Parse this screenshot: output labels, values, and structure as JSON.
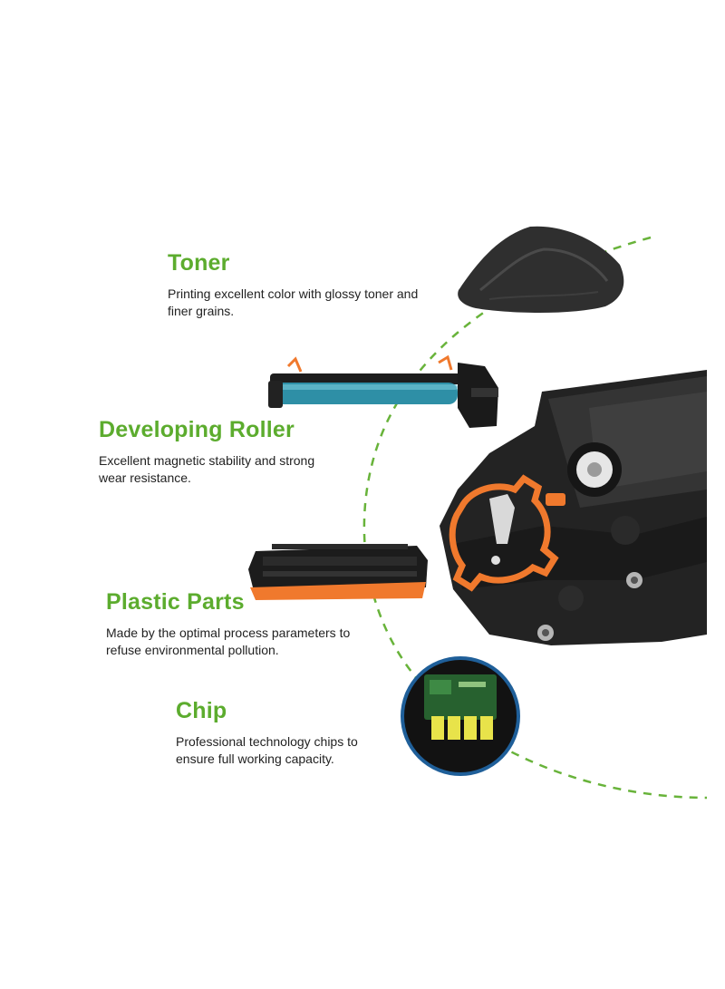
{
  "colors": {
    "accent_green": "#5cac2e",
    "dash_green": "#68b33a",
    "chip_ring_blue": "#1f5f99",
    "orange_part": "#f0792d",
    "teal_roller": "#2e8fa6"
  },
  "features": [
    {
      "id": "toner",
      "title": "Toner",
      "line1": "Printing excellent color with glossy toner and",
      "line2": "finer grains.",
      "icon": "toner-powder-icon"
    },
    {
      "id": "developing-roller",
      "title": "Developing Roller",
      "line1": "Excellent magnetic stability and strong",
      "line2": "wear resistance.",
      "icon": "developing-roller-icon"
    },
    {
      "id": "plastic-parts",
      "title": "Plastic Parts",
      "line1": "Made by the optimal process parameters to",
      "line2": "refuse environmental pollution.",
      "icon": "toner-cartridge-icon"
    },
    {
      "id": "chip",
      "title": "Chip",
      "line1": "Professional technology chips to",
      "line2": "ensure full working capacity.",
      "icon": "chip-icon"
    }
  ]
}
